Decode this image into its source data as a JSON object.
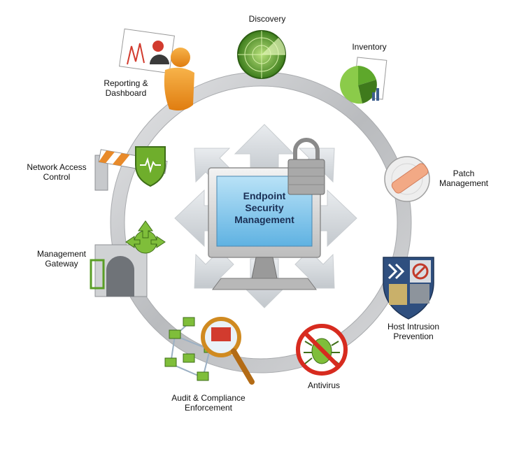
{
  "center": {
    "lines": [
      "Endpoint",
      "Security",
      "Management"
    ]
  },
  "nodes": {
    "discovery": {
      "lines": [
        "Discovery"
      ],
      "icon": "radar-icon"
    },
    "inventory": {
      "lines": [
        "Inventory"
      ],
      "icon": "pie-chart-report-icon"
    },
    "patch": {
      "lines": [
        "Patch",
        "Management"
      ],
      "icon": "disc-bandage-icon"
    },
    "hip": {
      "lines": [
        "Host Intrusion",
        "Prevention"
      ],
      "icon": "shield-firewall-icon"
    },
    "antivirus": {
      "lines": [
        "Antivirus"
      ],
      "icon": "no-bug-icon"
    },
    "audit": {
      "lines": [
        "Audit & Compliance",
        "Enforcement"
      ],
      "icon": "network-magnifier-icon"
    },
    "gateway": {
      "lines": [
        "Management",
        "Gateway"
      ],
      "icon": "gateway-arch-icon"
    },
    "nac": {
      "lines": [
        "Network Access",
        "Control"
      ],
      "icon": "barrier-shield-icon"
    },
    "reporting": {
      "lines": [
        "Reporting &",
        "Dashboard"
      ],
      "icon": "person-dashboard-icon"
    }
  },
  "colors": {
    "ring": "#c7c9cb",
    "green_accent": "#6fae2c",
    "screen_blue": "#7fc3ea",
    "center_text": "#1a2f55"
  }
}
